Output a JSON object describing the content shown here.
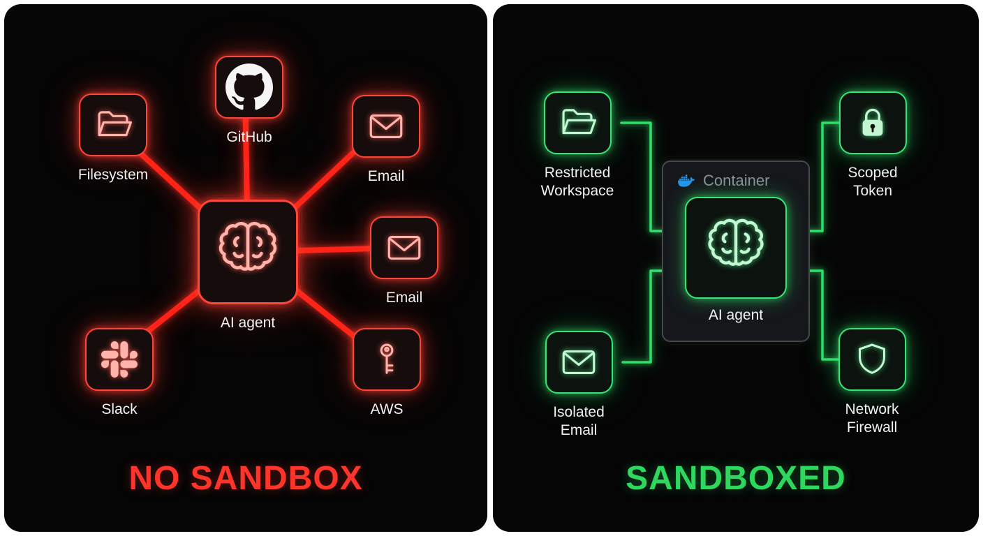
{
  "left": {
    "title": "NO SANDBOX",
    "accent_color": "#ff3b30",
    "agent": {
      "label": "AI agent",
      "icon": "brain-icon"
    },
    "nodes": [
      {
        "label": "Filesystem",
        "icon": "folder-icon"
      },
      {
        "label": "GitHub",
        "icon": "github-icon"
      },
      {
        "label": "Email",
        "icon": "envelope-icon"
      },
      {
        "label": "Email",
        "icon": "envelope-icon"
      },
      {
        "label": "Slack",
        "icon": "slack-icon"
      },
      {
        "label": "AWS",
        "icon": "key-icon"
      }
    ]
  },
  "right": {
    "title": "SANDBOXED",
    "accent_color": "#2ee06a",
    "container": {
      "label": "Container",
      "icon": "docker-icon"
    },
    "agent": {
      "label": "AI agent",
      "icon": "brain-icon"
    },
    "nodes": [
      {
        "label": "Restricted Workspace",
        "icon": "folder-icon"
      },
      {
        "label": "Scoped Token",
        "icon": "lock-icon"
      },
      {
        "label": "Isolated Email",
        "icon": "envelope-icon"
      },
      {
        "label": "Network Firewall",
        "icon": "shield-icon"
      }
    ]
  },
  "colors": {
    "danger": "#ff3b30",
    "safe": "#2ee06a",
    "docker_blue": "#2496ed"
  }
}
